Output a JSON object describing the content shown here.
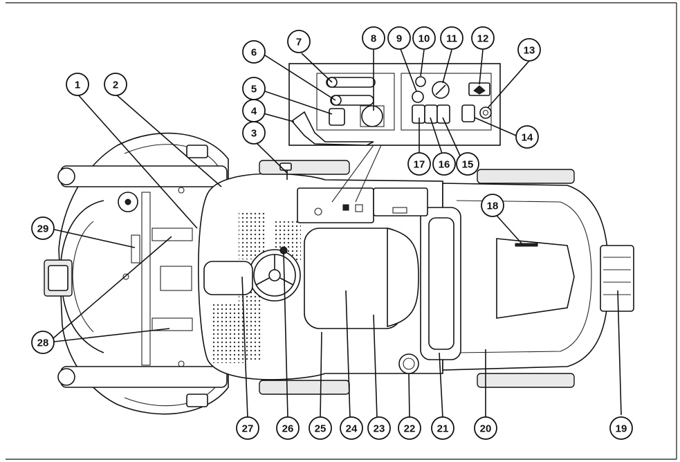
{
  "figure": {
    "callouts": [
      {
        "num": "1"
      },
      {
        "num": "2"
      },
      {
        "num": "3"
      },
      {
        "num": "4"
      },
      {
        "num": "5"
      },
      {
        "num": "6"
      },
      {
        "num": "7"
      },
      {
        "num": "8"
      },
      {
        "num": "9"
      },
      {
        "num": "10"
      },
      {
        "num": "11"
      },
      {
        "num": "12"
      },
      {
        "num": "13"
      },
      {
        "num": "14"
      },
      {
        "num": "15"
      },
      {
        "num": "16"
      },
      {
        "num": "17"
      },
      {
        "num": "18"
      },
      {
        "num": "19"
      },
      {
        "num": "20"
      },
      {
        "num": "21"
      },
      {
        "num": "22"
      },
      {
        "num": "23"
      },
      {
        "num": "24"
      },
      {
        "num": "25"
      },
      {
        "num": "26"
      },
      {
        "num": "27"
      },
      {
        "num": "28"
      },
      {
        "num": "29"
      }
    ]
  }
}
